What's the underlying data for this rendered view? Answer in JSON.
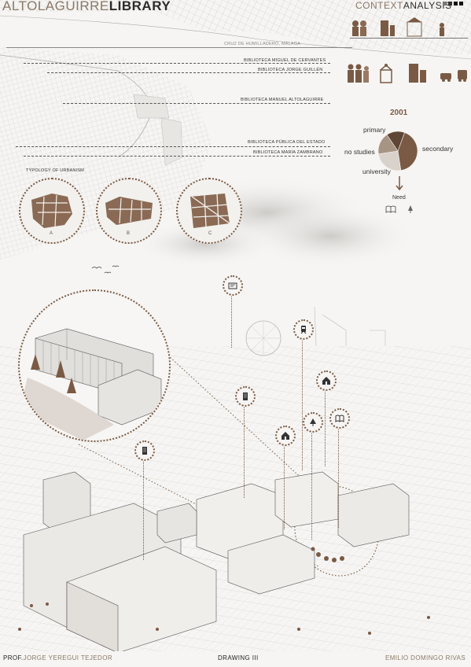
{
  "header": {
    "title_light": "ALTOLAGUIRRE",
    "title_bold": "LIBRARY",
    "context_light": "CONTEXT",
    "context_bold": "ANALYSIS"
  },
  "map": {
    "location_label": "CRUZ DE HUMILLADERO, MÁLAGA",
    "libraries": [
      "BIBLIOTECA MIGUEL DE CERVANTES",
      "BIBLIOTECA JORGE GUILLÉN",
      "BIBLIOTECA MANUEL ALTOLAGUIRRE",
      "BIBLIOTECA PÚBLICA DEL ESTADO",
      "BIBLIOTECA MARÍA ZAMBRANO"
    ]
  },
  "education_chart": {
    "year": "2001",
    "labels": {
      "primary": "primary",
      "secondary": "secondary",
      "no_studies": "no studies",
      "university": "university"
    },
    "need_label": "Need"
  },
  "chart_data": {
    "type": "pie",
    "title": "2001",
    "categories": [
      "secondary",
      "primary",
      "no studies",
      "university"
    ],
    "values": [
      42,
      25,
      18,
      15
    ],
    "colors": [
      "#7a5a44",
      "#d9d2cb",
      "#a89483",
      "#5e4535"
    ]
  },
  "urbanism": {
    "title": "TYPOLOGY OF URBANISM",
    "types": [
      "A",
      "B",
      "C"
    ]
  },
  "footer": {
    "prof_prefix": "PROF.",
    "prof_name": "JORGE YEREGUI TEJEDOR",
    "course": "DRAWING III",
    "author": "EMILIO DOMINGO RIVAS"
  },
  "icons": {
    "markers": [
      "library-icon",
      "train-icon",
      "home-icon",
      "building-icon",
      "book-icon",
      "tree-icon",
      "home-icon",
      "building-icon"
    ]
  }
}
